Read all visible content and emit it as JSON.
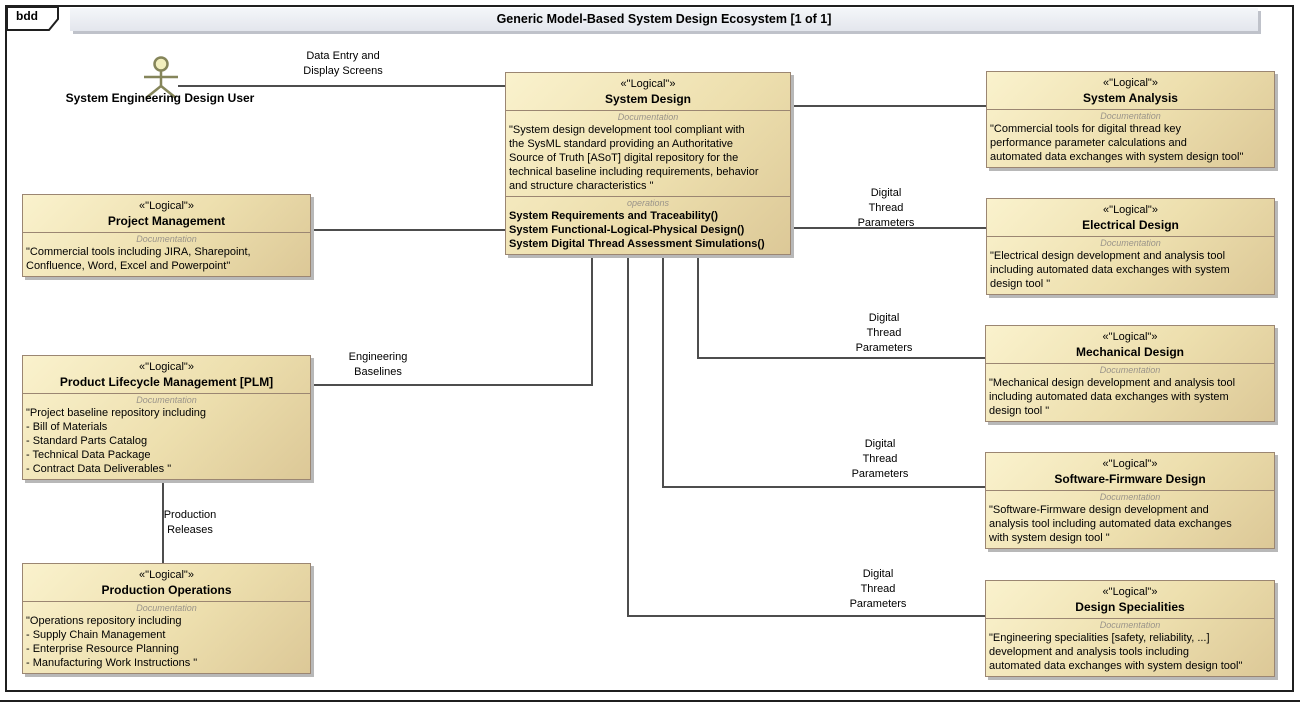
{
  "frame": {
    "kind_label": "bdd",
    "title": "Generic Model-Based System Design Ecosystem [1 of 1]"
  },
  "actor": {
    "label": "System Engineering Design User"
  },
  "connector_labels": {
    "data_entry": "Data Entry and\nDisplay Screens",
    "digital_thread": "Digital\nThread\nParameters",
    "engineering_baselines": "Engineering\nBaselines",
    "production_releases": "Production\nReleases"
  },
  "compartment_labels": {
    "documentation": "Documentation",
    "operations": "operations"
  },
  "blocks": {
    "system_design": {
      "stereotype": "«\"Logical\"»",
      "name": "System Design",
      "documentation": "\"System design development tool compliant with\nthe SysML standard providing an Authoritative\nSource of Truth [ASoT] digital repository for the\ntechnical baseline including requirements, behavior\nand structure characteristics \"",
      "operations": "System Requirements and Traceability()\nSystem Functional-Logical-Physical Design()\nSystem Digital Thread Assessment Simulations()"
    },
    "system_analysis": {
      "stereotype": "«\"Logical\"»",
      "name": "System Analysis",
      "documentation": "\"Commercial tools for digital thread key\nperformance parameter calculations and\nautomated data exchanges with system design tool\""
    },
    "project_management": {
      "stereotype": "«\"Logical\"»",
      "name": "Project Management",
      "documentation": "\"Commercial tools including JIRA, Sharepoint,\nConfluence, Word, Excel and Powerpoint\""
    },
    "electrical_design": {
      "stereotype": "«\"Logical\"»",
      "name": "Electrical Design",
      "documentation": "\"Electrical design development and analysis tool\nincluding automated data exchanges with system\ndesign tool \""
    },
    "mechanical_design": {
      "stereotype": "«\"Logical\"»",
      "name": "Mechanical Design",
      "documentation": "\"Mechanical design development and analysis tool\nincluding automated data exchanges with system\ndesign tool \""
    },
    "product_lifecycle_management": {
      "stereotype": "«\"Logical\"»",
      "name": "Product Lifecycle Management [PLM]",
      "documentation": "\"Project baseline repository including\n- Bill of Materials\n- Standard Parts Catalog\n- Technical Data Package\n- Contract Data Deliverables \""
    },
    "software_firmware_design": {
      "stereotype": "«\"Logical\"»",
      "name": "Software-Firmware Design",
      "documentation": "\"Software-Firmware design development and\nanalysis tool including automated data exchanges\nwith system design tool \""
    },
    "production_operations": {
      "stereotype": "«\"Logical\"»",
      "name": "Production Operations",
      "documentation": "\"Operations repository including\n- Supply Chain Management\n- Enterprise Resource Planning\n- Manufacturing Work Instructions \""
    },
    "design_specialities": {
      "stereotype": "«\"Logical\"»",
      "name": "Design Specialities",
      "documentation": "\"Engineering specialities [safety, reliability, ...]\ndevelopment and analysis tools including\nautomated data exchanges with system design tool\""
    }
  },
  "colors": {
    "block_border": "#9b8672",
    "block_fill_light": "#faf2cd",
    "block_fill_dark": "#dcc897",
    "connector": "#4d4d4d",
    "actor_stroke": "#85855a",
    "frame_border": "#1f1f1f"
  }
}
